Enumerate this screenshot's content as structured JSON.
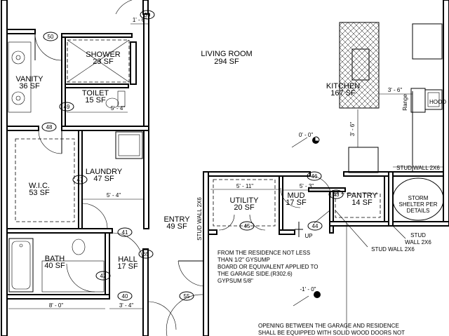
{
  "rooms": {
    "living_room": {
      "name": "LIVING ROOM",
      "area": "294 SF"
    },
    "shower": {
      "name": "SHOWER",
      "area": "23 SF"
    },
    "vanity": {
      "name": "VANITY",
      "area": "36 SF"
    },
    "toilet": {
      "name": "TOILET",
      "area": "15 SF"
    },
    "kitchen": {
      "name": "KITCHEN",
      "area": "167 SF"
    },
    "laundry": {
      "name": "LAUNDRY",
      "area": "47 SF"
    },
    "wic": {
      "name": "W.I.C.",
      "area": "53 SF"
    },
    "utility": {
      "name": "UTILITY",
      "area": "20 SF"
    },
    "mud": {
      "name": "MUD",
      "area": "17 SF"
    },
    "pantry": {
      "name": "PANTRY",
      "area": "14 SF"
    },
    "entry": {
      "name": "ENTRY",
      "area": "49 SF"
    },
    "bath": {
      "name": "BATH",
      "area": "40 SF"
    },
    "hall": {
      "name": "HALL",
      "area": "17 SF"
    }
  },
  "door_tags": [
    "39",
    "50",
    "49",
    "48",
    "47",
    "41",
    "42",
    "40",
    "65",
    "46",
    "43",
    "44",
    "45",
    "55"
  ],
  "dimensions": {
    "d1": "1' - 6\"",
    "d2": "5' - 4\"",
    "d3": "5' - 4\"",
    "d4": "8' - 0\"",
    "d5": "3' - 4\"",
    "d6": "5' - 11\"",
    "d7": "5' - 3\"",
    "d8": "3' - 6\"",
    "d9": "3' - 6\""
  },
  "fixtures": {
    "range": "Range",
    "hood": "HOOD",
    "up": "UP",
    "storm_shelter": [
      "STORM",
      "SHELTER PER",
      "DETAILS"
    ]
  },
  "elevations": {
    "e1": "0' - 0\"",
    "e2": "-1' - 0\""
  },
  "wall_notes": {
    "stud_wall_top": "STUD WALL 2X6",
    "stud_wall_right": [
      "STUD",
      "WALL 2X6"
    ],
    "stud_wall_mid": "STUD WALL 2X6",
    "stud_wall_vertical": "STUD WALL 2X6"
  },
  "notes": {
    "gypsum": [
      "FROM THE RESIDENCE  NOT LESS",
      "THAN 1/2\" GYSUMP",
      "BOARD OR EQUIVALENT APPLIED TO",
      "THE GARAGE SIDE.(R302.6)",
      "GYPSUM 5/8\""
    ],
    "opening": [
      "OPENING BETWEEN THE GARAGE AND RESIDENCE",
      "SHALL BE EQUIPPED WITH SOLID WOOD DOORS NOT"
    ]
  },
  "colors": {
    "lines": "#000000",
    "background": "#ffffff"
  }
}
